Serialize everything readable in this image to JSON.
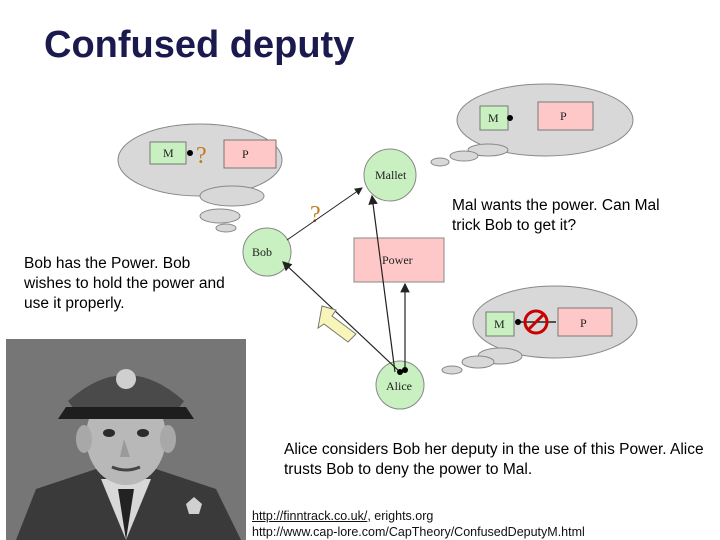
{
  "title": "Confused deputy",
  "captions": {
    "mal": "Mal wants the power.  Can Mal trick Bob to get it?",
    "bob": "Bob has the Power.  Bob wishes to hold the power and use it properly.",
    "alice": "Alice considers Bob her deputy in the use of this Power.  Alice trusts Bob to deny the power to Mal."
  },
  "nodes": {
    "mallet": "Mallet",
    "bob": "Bob",
    "power": "Power",
    "alice": "Alice",
    "cloud_left_m": "M",
    "cloud_left_p": "P",
    "cloud_top_m": "M",
    "cloud_top_p": "P",
    "cloud_bottom_m": "M",
    "cloud_bottom_p": "P",
    "question_mark": "?"
  },
  "links": {
    "url1": "http://finntrack.co.uk/",
    "after_url1": ", erights.org",
    "url2": "http://www.cap-lore.com/CapTheory/ConfusedDeputyM.html"
  },
  "colors": {
    "title": "#1a1a4e",
    "node_green": "#c8f0c0",
    "node_pink": "#ffc8c8",
    "cloud": "#d8d8d8",
    "question": "#c07a1a",
    "deny": "#cc0000"
  }
}
